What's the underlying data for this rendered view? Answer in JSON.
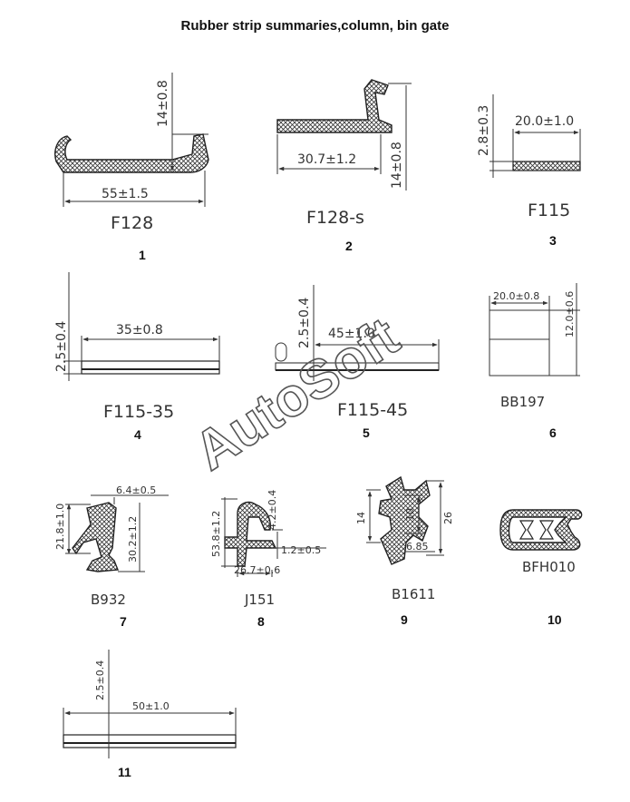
{
  "page": {
    "title": "Rubber strip summaries,column, bin gate"
  },
  "watermark": "AutoSoft",
  "items": [
    {
      "number": "1",
      "code": "F128",
      "dims": [
        "55±1.5",
        "14±0.8"
      ]
    },
    {
      "number": "2",
      "code": "F128-s",
      "dims": [
        "30.7±1.2",
        "14±0.8"
      ]
    },
    {
      "number": "3",
      "code": "F115",
      "dims": [
        "20.0±1.0",
        "2.8±0.3"
      ]
    },
    {
      "number": "4",
      "code": "F115-35",
      "dims": [
        "35±0.8",
        "2.5±0.4"
      ]
    },
    {
      "number": "5",
      "code": "F115-45",
      "dims": [
        "45±1.0",
        "2.5±0.4"
      ]
    },
    {
      "number": "6",
      "code": "BB197",
      "dims": [
        "20.0±0.8",
        "12.0±0.6"
      ]
    },
    {
      "number": "7",
      "code": "B932",
      "dims": [
        "6.4±0.5",
        "21.8±1.0",
        "30.2±1.2"
      ]
    },
    {
      "number": "8",
      "code": "J151",
      "dims": [
        "53.8±1.2",
        "4.2±0.4",
        "1.2±0.5",
        "26.7±0.6"
      ]
    },
    {
      "number": "9",
      "code": "B1611",
      "dims": [
        "14",
        "10",
        "26",
        "6.85"
      ]
    },
    {
      "number": "10",
      "code": "BFH010",
      "dims": []
    },
    {
      "number": "11",
      "code": "",
      "dims": [
        "50±1.0",
        "2.5±0.4"
      ]
    }
  ]
}
